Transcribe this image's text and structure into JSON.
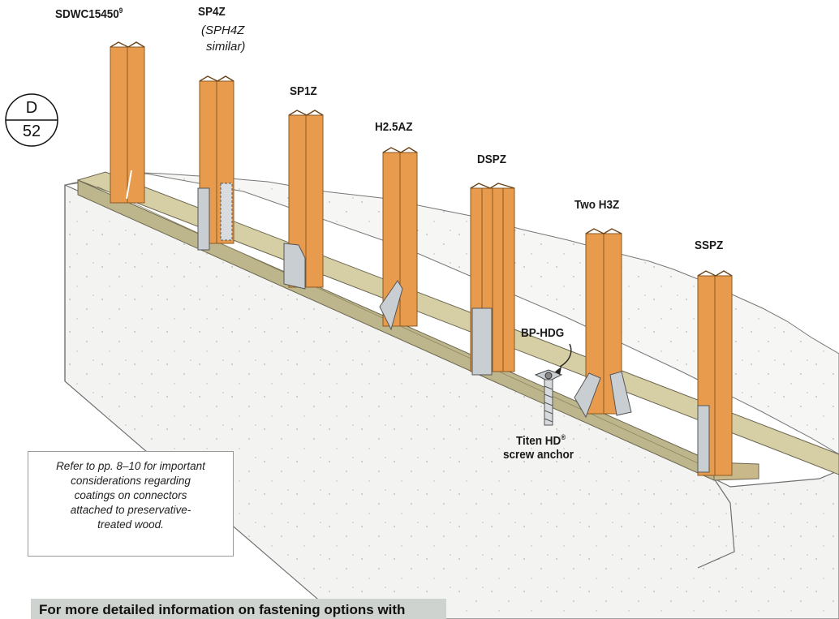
{
  "detail_ref": {
    "top": "D",
    "bottom": "52"
  },
  "labels": {
    "sdwc": "SDWC15450",
    "sdwc_sup": "9",
    "sp4z": "SP4Z",
    "sp4z_note_1": "(SPH4Z",
    "sp4z_note_2": "similar)",
    "sp1z": "SP1Z",
    "h25az": "H2.5AZ",
    "dspz": "DSPZ",
    "two_h3z": "Two H3Z",
    "sspz": "SSPZ",
    "bphdg": "BP-HDG",
    "titen_1": "Titen HD",
    "titen_reg": "®",
    "titen_2": "screw anchor"
  },
  "note": {
    "line1": "Refer to pp. 8–10 for important",
    "line2": "considerations regarding",
    "line3": "coatings on connectors",
    "line4": "attached to preservative-",
    "line5": "treated wood."
  },
  "footer": {
    "text": "For more detailed information on fastening options with"
  },
  "colors": {
    "stud": "#e79a4c",
    "stud_shadow": "#c9742b",
    "plate": "#c9c29a",
    "plate_dark": "#a9a27a",
    "concrete": "#f4f4f2",
    "steel": "#c7ccd0"
  }
}
